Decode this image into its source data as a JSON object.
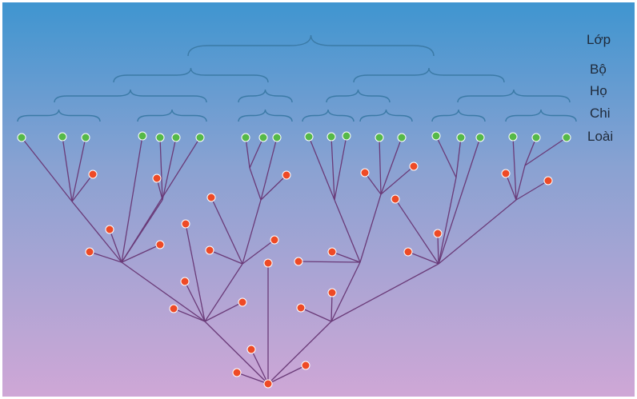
{
  "colors": {
    "sky_top": "#3f95d0",
    "sky_mid": "#8aa2d2",
    "sky_bottom": "#cfa7d6",
    "line": "#6a3a78",
    "brace": "#3b7aa6",
    "extant_fill": "#56b948",
    "extinct_fill": "#ee4a26",
    "node_stroke": "#ffffff",
    "label_color": "#1f2a3a"
  },
  "rank_labels": {
    "lop": "Lớp",
    "bo": "Bộ",
    "ho": "Họ",
    "chi": "Chi",
    "loai": "Loài"
  },
  "legend_icons": {
    "extant_species": "green-dot-icon",
    "extinct_species": "red-dot-icon"
  }
}
